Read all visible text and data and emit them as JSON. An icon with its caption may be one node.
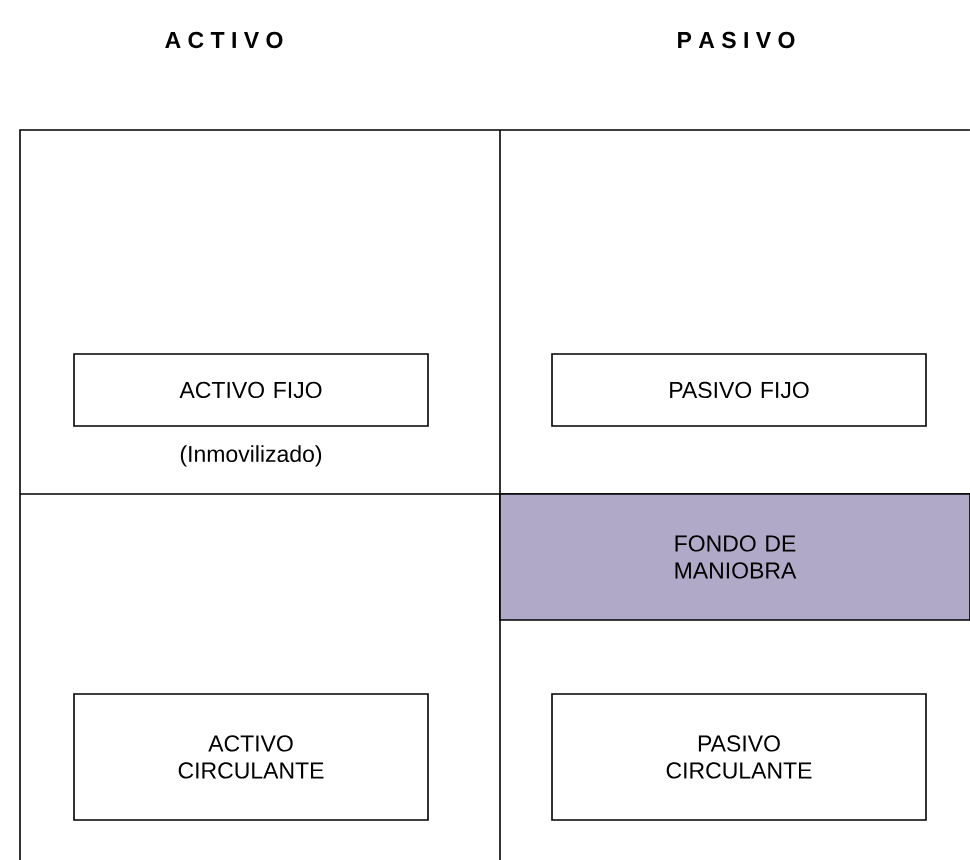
{
  "diagram": {
    "nodes": [
      {
        "text": [
          "ACTIVO FIJO"
        ],
        "beside": [
          "(Inmovilizado)"
        ]
      },
      {
        "text": [
          "PASIVO FIJO"
        ]
      },
      {
        "text": [
          "FONDO DE MANIOBRA"
        ]
      },
      {
        "text": [
          "ACTIVO CIRCULANTE"
        ]
      },
      {
        "text": [
          "PASIVO CIRCULANTE"
        ]
      }
    ],
    "labels": [
      "A C T I V O",
      "P A S I V O"
    ]
  }
}
